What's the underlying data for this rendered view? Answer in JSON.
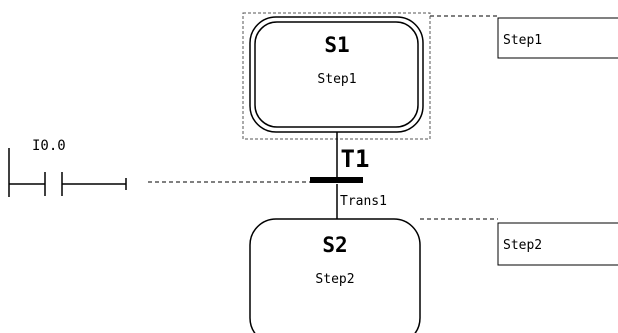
{
  "steps": [
    {
      "id": "S1",
      "name": "Step1",
      "comment": "Step1",
      "selected": true
    },
    {
      "id": "S2",
      "name": "Step2",
      "comment": "Step2",
      "selected": false
    }
  ],
  "transition": {
    "id": "T1",
    "name": "Trans1"
  },
  "contact": {
    "address": "I0.0"
  },
  "colors": {
    "line": "#000000",
    "background": "#ffffff",
    "selection": "#555555"
  }
}
